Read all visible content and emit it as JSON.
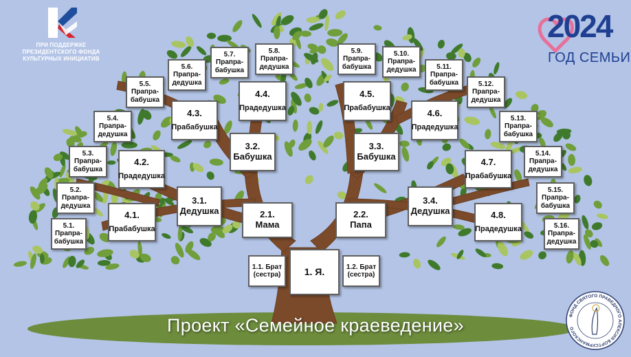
{
  "branding": {
    "sponsor_lines": [
      "ПРИ ПОДДЕРЖКЕ",
      "ПРЕЗИДЕНТСКОГО ФОНДА",
      "КУЛЬТУРНЫХ ИНИЦИАТИВ"
    ],
    "year": "2024",
    "year_caption": "ГОД СЕМЬИ",
    "fund_seal_text": "ФОНД СВЯТОГО ПРАВЕДНОГО АЛЕКСИЯ БОРТСУРМАНСКОГО",
    "colors": {
      "year_blue": "#1f3f91",
      "heart_pink": "#e7709a",
      "pfki_red": "#d6262e",
      "pfki_blue": "#1f4e9c"
    }
  },
  "footer": {
    "project_title": "Проект «Семейное краеведение»"
  },
  "colors": {
    "trunk": "#7a4a2a",
    "leaf_dark": "#3f7a2c",
    "leaf_mid": "#6f9e3a",
    "leaf_light": "#a9c561",
    "ground": "#6d8c3c",
    "background": "#b3c4e6"
  },
  "tree": {
    "me": {
      "num": "1. Я."
    },
    "siblings": [
      {
        "num": "1.1. Брат",
        "role": "(сестра)"
      },
      {
        "num": "1.2. Брат",
        "role": "(сестра)"
      }
    ],
    "parents": [
      {
        "num": "2.1.",
        "role": "Мама"
      },
      {
        "num": "2.2.",
        "role": "Папа"
      }
    ],
    "grandparents": [
      {
        "num": "3.1.",
        "role": "Дедушка"
      },
      {
        "num": "3.2.",
        "role": "Бабушка"
      },
      {
        "num": "3.3.",
        "role": "Бабушка"
      },
      {
        "num": "3.4.",
        "role": "Дедушка"
      }
    ],
    "great_grandparents": [
      {
        "num": "4.1.",
        "role": "Прабабушка"
      },
      {
        "num": "4.2.",
        "role": "Прадедушка"
      },
      {
        "num": "4.3.",
        "role": "Прабабушка"
      },
      {
        "num": "4.4.",
        "role": "Прадедушка"
      },
      {
        "num": "4.5.",
        "role": "Прабабушка"
      },
      {
        "num": "4.6.",
        "role": "Прадедушка"
      },
      {
        "num": "4.7.",
        "role": "Прабабушка"
      },
      {
        "num": "4.8.",
        "role": "Прадедушка"
      }
    ],
    "great_great_grandparents": [
      {
        "num": "5.1.",
        "role": "Прапра-бабушка"
      },
      {
        "num": "5.2.",
        "role": "Прапра-дедушка"
      },
      {
        "num": "5.3.",
        "role": "Прапра-бабушка"
      },
      {
        "num": "5.4.",
        "role": "Прапра-дедушка"
      },
      {
        "num": "5.5.",
        "role": "Прапра-бабушка"
      },
      {
        "num": "5.6.",
        "role": "Прапра-дедушка"
      },
      {
        "num": "5.7.",
        "role": "Прапра-бабушка"
      },
      {
        "num": "5.8.",
        "role": "Прапра-дедушка"
      },
      {
        "num": "5.9.",
        "role": "Прапра-бабушка"
      },
      {
        "num": "5.10.",
        "role": "Прапра-дедушка"
      },
      {
        "num": "5.11.",
        "role": "Прапра-бабушка"
      },
      {
        "num": "5.12.",
        "role": "Прапра-дедушка"
      },
      {
        "num": "5.13.",
        "role": "Прапра-бабушка"
      },
      {
        "num": "5.14.",
        "role": "Прапра-дедушка"
      },
      {
        "num": "5.15.",
        "role": "Прапра-бабушка"
      },
      {
        "num": "5.16.",
        "role": "Прапра-дедушка"
      }
    ]
  }
}
